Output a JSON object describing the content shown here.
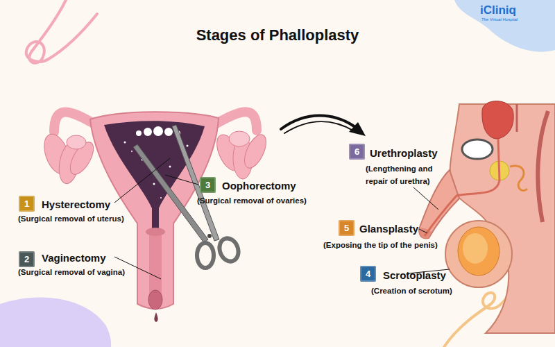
{
  "diagram": {
    "title": "Stages of Phalloplasty",
    "nodes": [
      {
        "text": [
          "6"
        ]
      },
      {
        "text": [
          "3"
        ]
      },
      {
        "text": [
          "1"
        ]
      },
      {
        "text": [
          "5"
        ]
      },
      {
        "text": [
          "2"
        ]
      },
      {
        "text": [
          "4"
        ]
      }
    ],
    "labels": [
      "iCliniq",
      "The Virtual Hospital",
      "Urethroplasty",
      "(Lengthening and repair of urethra)",
      "Oophorectomy",
      "(Surgical removal of ovaries)",
      "Hysterectomy",
      "(Surgical removal of uterus)",
      "Glansplasty",
      "(Exposing the tip of the penis)",
      "Vaginectomy",
      "(Surgical removal of vagina)",
      "Scrotoplasty",
      "(Creation of scrotum)"
    ]
  }
}
